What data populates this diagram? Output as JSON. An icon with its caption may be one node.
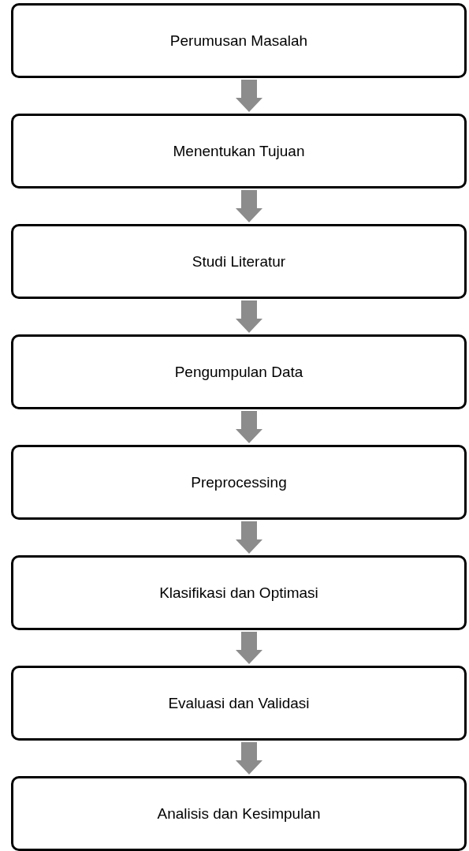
{
  "diagram": {
    "nodes": [
      {
        "text": [
          "Perumusan Masalah"
        ]
      },
      {
        "text": [
          "Menentukan Tujuan"
        ]
      },
      {
        "text": [
          "Studi Literatur"
        ]
      },
      {
        "text": [
          "Pengumpulan Data"
        ]
      },
      {
        "text": [
          "Preprocessing"
        ]
      },
      {
        "text": [
          "Klasifikasi dan Optimasi"
        ]
      },
      {
        "text": [
          "Evaluasi dan Validasi"
        ]
      },
      {
        "text": [
          "Analisis dan Kesimpulan"
        ]
      }
    ],
    "edges": [
      {
        "from": 0,
        "to": 1,
        "arrow": "to"
      },
      {
        "from": 1,
        "to": 2,
        "arrow": "to"
      },
      {
        "from": 2,
        "to": 3,
        "arrow": "to"
      },
      {
        "from": 3,
        "to": 4,
        "arrow": "to"
      },
      {
        "from": 4,
        "to": 5,
        "arrow": "to"
      },
      {
        "from": 5,
        "to": 6,
        "arrow": "to"
      },
      {
        "from": 6,
        "to": 7,
        "arrow": "to"
      }
    ]
  }
}
